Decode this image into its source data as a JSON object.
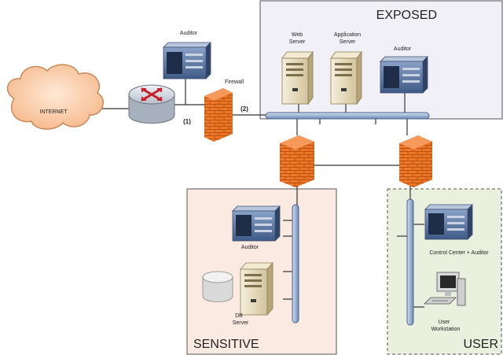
{
  "zones": {
    "exposed": "EXPOSED",
    "sensitive": "SENSITIVE",
    "user": "USER"
  },
  "nodes": {
    "internet": "INTERNET",
    "auditor_top": "Auditor",
    "firewall": "Firewall",
    "web_server_line1": "Web",
    "web_server_line2": "Server",
    "app_server_line1": "Application",
    "app_server_line2": "Server",
    "auditor_exposed": "Auditor",
    "auditor_sensitive": "Auditor",
    "db_server_line1": "DB",
    "db_server_line2": "Server",
    "control_center": "Control Center + Auditor",
    "workstation_line1": "User",
    "workstation_line2": "Workstation"
  },
  "markers": {
    "one": "(1)",
    "two": "(2)"
  },
  "colors": {
    "exposed_zone_fill": "#f1f0f6",
    "sensitive_zone_fill": "#fbeae2",
    "user_zone_fill": "#eaf0de",
    "bus": "#9fb6d4",
    "firewall_brick": "#f07a2a",
    "server_beige": "#e8dcc0",
    "rack_blue": "#5d7aa8"
  }
}
